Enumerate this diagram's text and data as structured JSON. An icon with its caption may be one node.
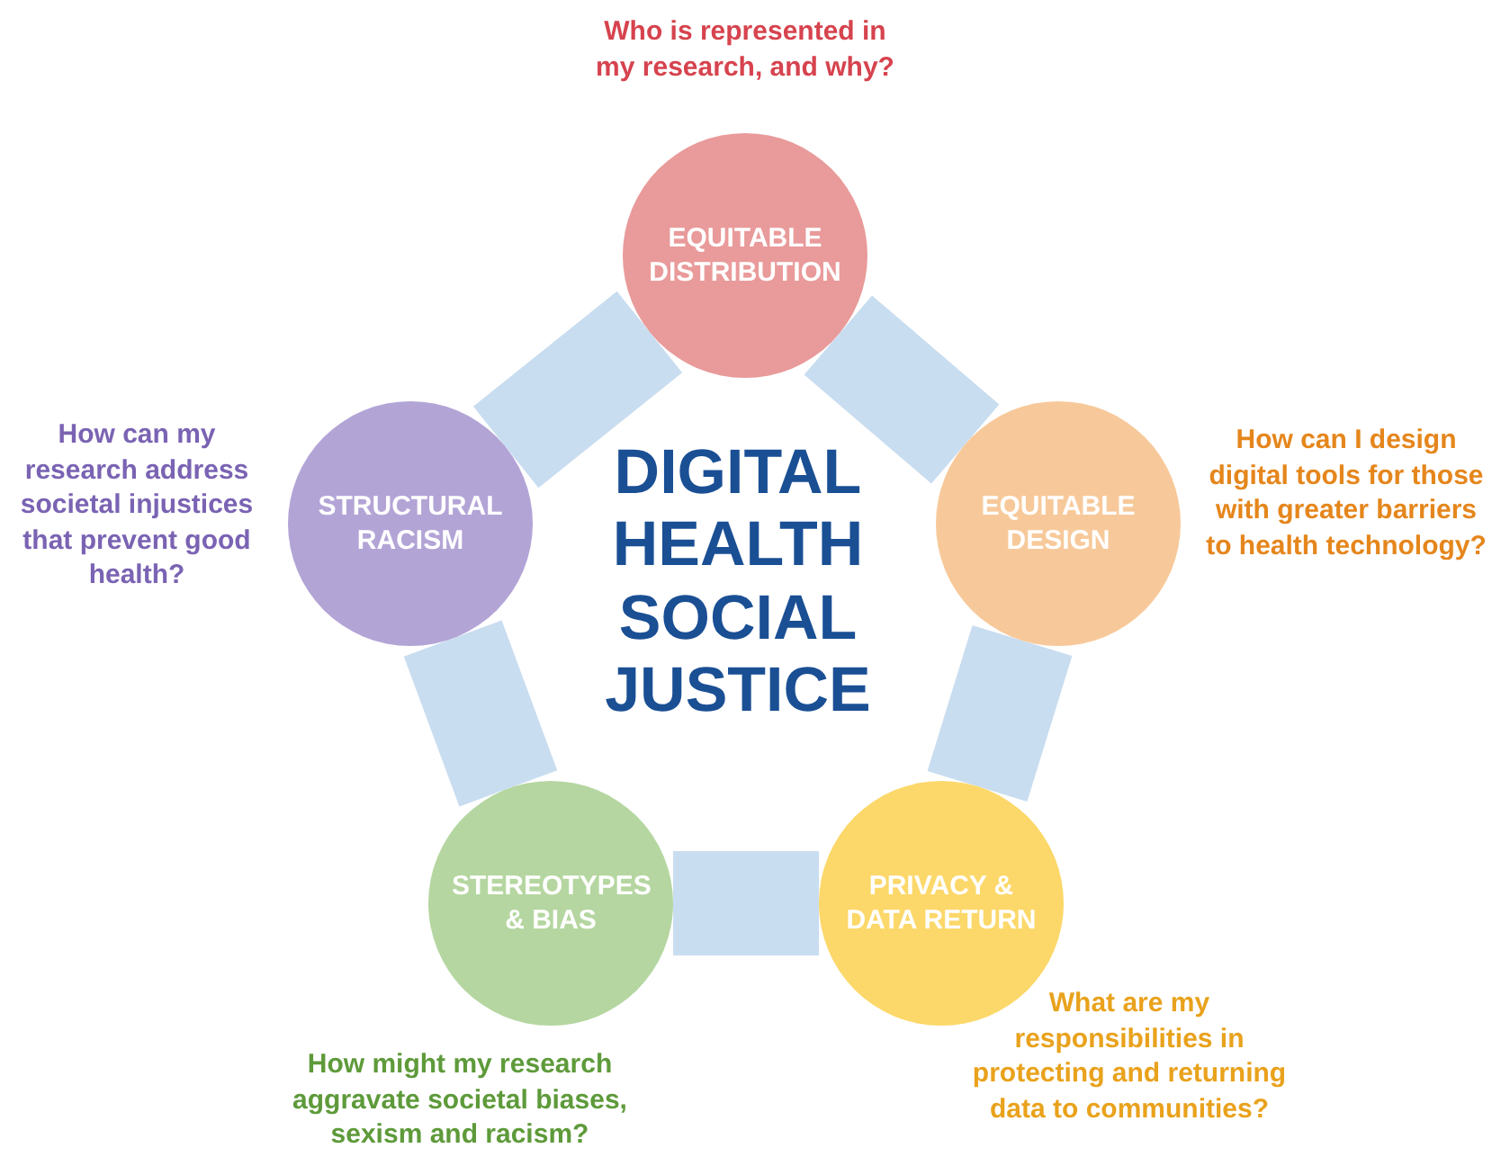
{
  "diagram": {
    "title": "DIGITAL HEALTH SOCIAL JUSTICE",
    "nodes": [
      {
        "text": [
          "EQUITABLE DISTRIBUTION"
        ],
        "beside": [
          "Who is represented in my research, and why?"
        ]
      },
      {
        "text": [
          "STRUCTURAL RACISM"
        ],
        "beside": [
          "How can my research address societal injustices that prevent good health?"
        ]
      },
      {
        "text": [
          "EQUITABLE DESIGN"
        ],
        "beside": [
          "How can I design digital tools for those with greater barriers to health technology?"
        ]
      },
      {
        "text": [
          "STEREOTYPES & BIAS"
        ],
        "beside": [
          "How might my research aggravate societal biases, sexism and racism?"
        ]
      },
      {
        "text": [
          "PRIVACY & DATA RETURN"
        ],
        "beside": [
          "What are my responsibilities in protecting and returning data to communities?"
        ]
      }
    ],
    "edges": [
      {
        "from": 0,
        "to": 2,
        "arrow": "none"
      },
      {
        "from": 2,
        "to": 4,
        "arrow": "none"
      },
      {
        "from": 4,
        "to": 3,
        "arrow": "none"
      },
      {
        "from": 3,
        "to": 1,
        "arrow": "none"
      },
      {
        "from": 1,
        "to": 0,
        "arrow": "none"
      }
    ]
  }
}
